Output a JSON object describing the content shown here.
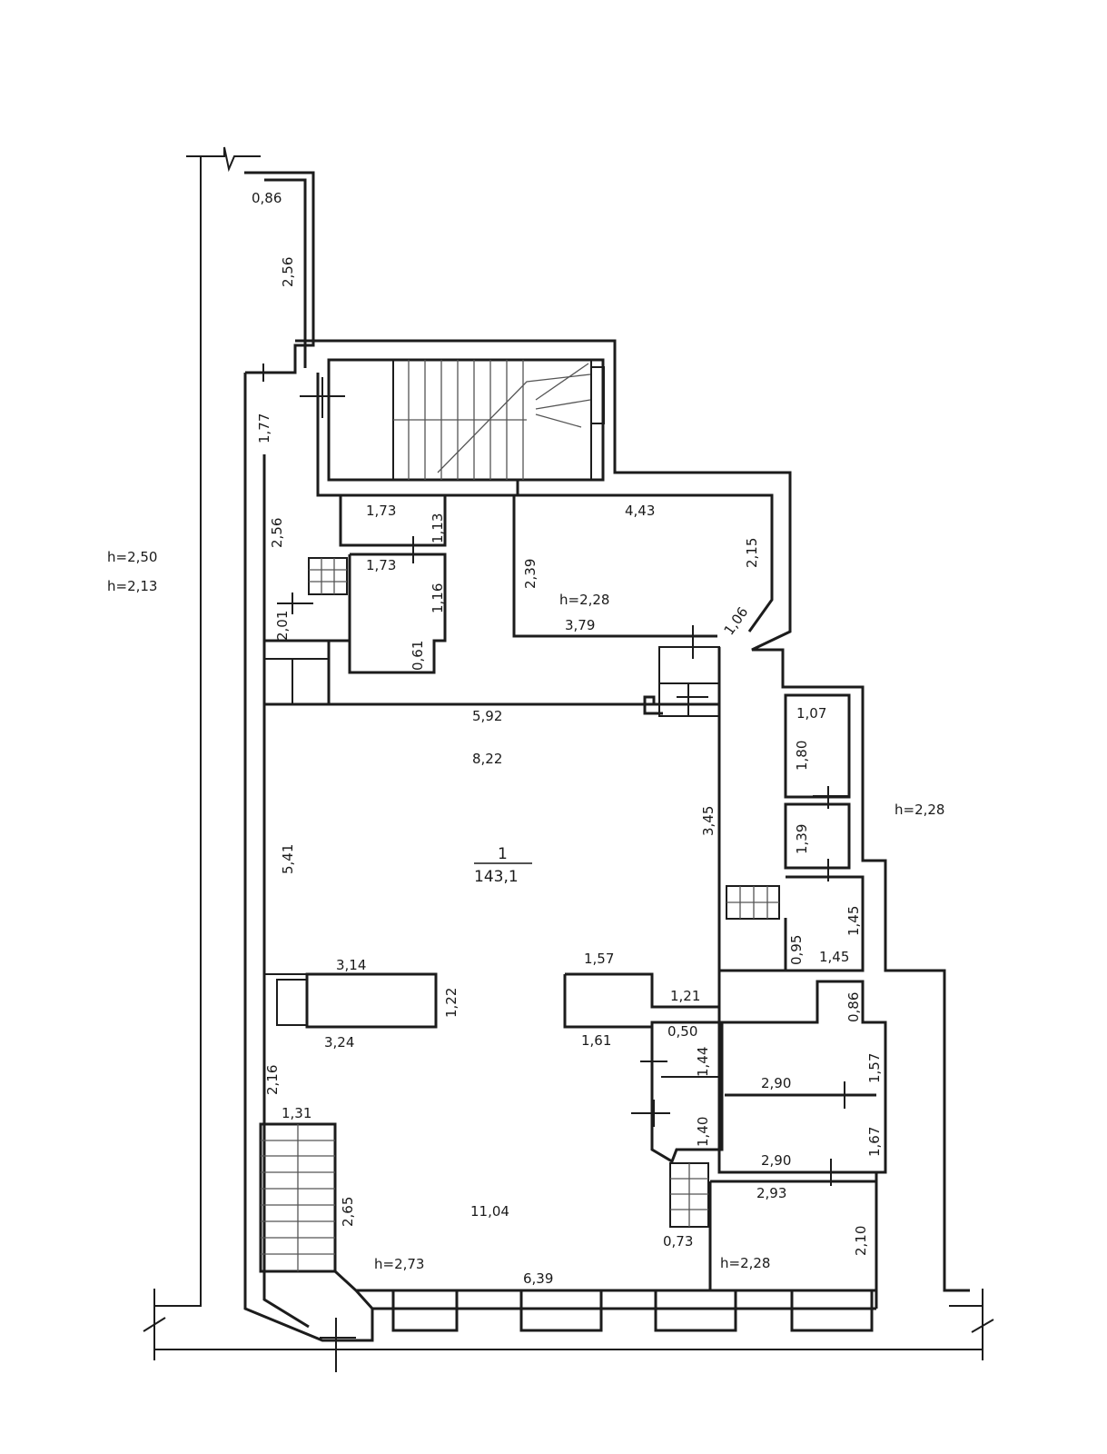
{
  "plan": {
    "ceiling_heights": {
      "left_1": "h=2,50",
      "left_2": "h=2,13",
      "right": "h=2,28",
      "bottom_main": "h=2,73",
      "bottom_right": "h=2,28",
      "room_top": "h=2,28"
    },
    "room": {
      "number": "1",
      "area": "143,1"
    },
    "labels": {
      "corr_top_w": "0,86",
      "corr_top_h": "2,56",
      "corr_mid_h": "1,77",
      "corr_low_h": "2,56",
      "corr_small_h": "2,01",
      "wc1_w": "1,73",
      "wc1_h": "1,13",
      "wc2_w": "1,73",
      "wc2_h": "1,16",
      "wc2_d": "0,61",
      "room_top_w": "4,43",
      "room_top_l": "2,39",
      "room_top_r": "2,15",
      "room_top_b": "3,79",
      "room_top_diag": "1,06",
      "hall_top": "5,92",
      "hall_w": "8,22",
      "hall_left": "5,41",
      "hall_right": "3,45",
      "store1_w": "1,07",
      "store1_h": "1,80",
      "store2_h": "1,39",
      "stair_room_h": "1,45",
      "stair_room_w": "1,45",
      "stair_room_d": "0,95",
      "col_l_top": "3,14",
      "col_l_bot": "3,24",
      "col_l_h": "1,22",
      "col_r_top": "1,57",
      "col_r_bot": "1,61",
      "col_r_ext": "1,21",
      "small_a": "0,50",
      "small_b": "1,44",
      "small_c": "1,40",
      "small_d": "0,73",
      "wc3_d": "0,86",
      "wc3_w": "2,90",
      "wc3_h": "1,57",
      "wc4_w": "2,90",
      "wc4_h": "1,67",
      "bot_room_w": "2,93",
      "bot_room_h": "2,10",
      "stair_left_w": "1,31",
      "stair_left_h": "2,65",
      "stair_left_top": "2,16",
      "bottom_len": "11,04",
      "bottom_wall": "6,39"
    }
  }
}
